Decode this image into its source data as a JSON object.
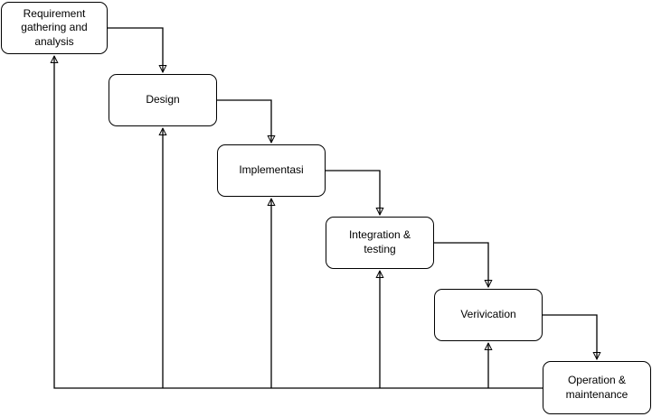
{
  "diagram": {
    "type": "waterfall-model-flowchart",
    "background_color": "#ffffff",
    "stroke_color": "#000000",
    "box_fill_color": "#ffffff",
    "text_color": "#000000",
    "nodes": [
      {
        "id": "requirement",
        "label": "Requirement gathering and analysis"
      },
      {
        "id": "design",
        "label": "Design"
      },
      {
        "id": "implementasi",
        "label": "Implementasi"
      },
      {
        "id": "integration",
        "label": "Integration & testing"
      },
      {
        "id": "verivication",
        "label": "Verivication"
      },
      {
        "id": "operation",
        "label": "Operation & maintenance"
      }
    ],
    "forward_edges": [
      {
        "from": "requirement",
        "to": "design"
      },
      {
        "from": "design",
        "to": "implementasi"
      },
      {
        "from": "implementasi",
        "to": "integration"
      },
      {
        "from": "integration",
        "to": "verivication"
      },
      {
        "from": "verivication",
        "to": "operation"
      }
    ],
    "feedback_edges": [
      {
        "from": "operation",
        "to": "requirement"
      },
      {
        "from": "operation",
        "to": "design"
      },
      {
        "from": "operation",
        "to": "implementasi"
      },
      {
        "from": "operation",
        "to": "integration"
      },
      {
        "from": "operation",
        "to": "verivication"
      }
    ]
  }
}
